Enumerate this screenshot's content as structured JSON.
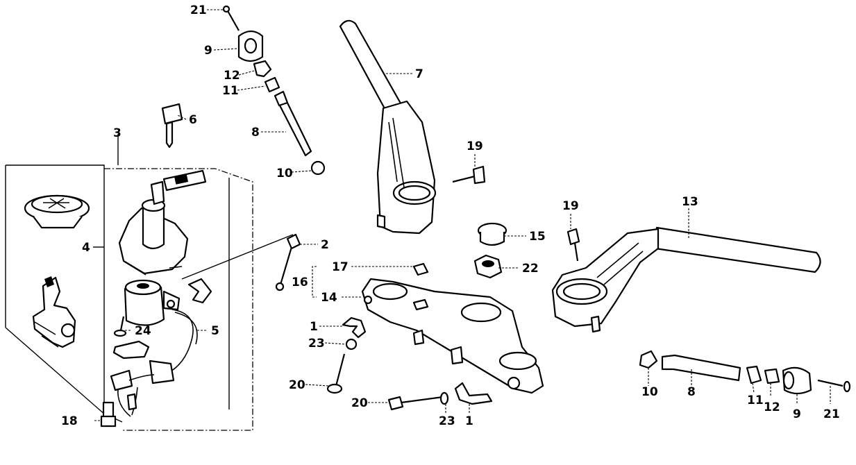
{
  "labels": {
    "l1a": "1",
    "l1b": "1",
    "l2": "2",
    "l3": "3",
    "l4": "4",
    "l5": "5",
    "l6": "6",
    "l7": "7",
    "l8a": "8",
    "l8b": "8",
    "l9a": "9",
    "l9b": "9",
    "l10a": "10",
    "l10b": "10",
    "l11a": "11",
    "l11b": "11",
    "l12a": "12",
    "l12b": "12",
    "l13": "13",
    "l14": "14",
    "l15": "15",
    "l16": "16",
    "l17": "17",
    "l18": "18",
    "l19a": "19",
    "l19b": "19",
    "l20a": "20",
    "l20b": "20",
    "l21a": "21",
    "l21b": "21",
    "l22": "22",
    "l23a": "23",
    "l23b": "23",
    "l24": "24"
  }
}
